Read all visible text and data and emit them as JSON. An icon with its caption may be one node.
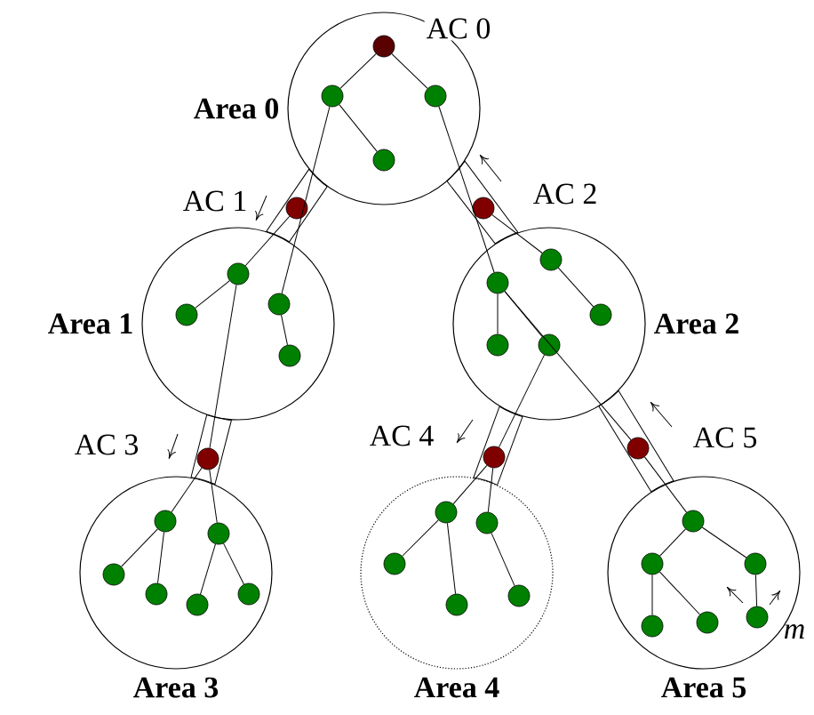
{
  "diagram": {
    "nodes": [
      {
        "text": [
          "Area 0"
        ]
      },
      {
        "text": [],
        "shape": "circle",
        "in": 0,
        "beside": [
          "AC 0"
        ]
      },
      {
        "text": [],
        "shape": "circle",
        "in": 0
      },
      {
        "text": [],
        "shape": "circle",
        "in": 0
      },
      {
        "text": [],
        "shape": "circle",
        "in": 0
      },
      {
        "text": [],
        "shape": "circle",
        "beside": [
          "AC 1"
        ]
      },
      {
        "text": [],
        "shape": "circle",
        "beside": [
          "AC 2"
        ]
      },
      {
        "text": [
          "Area 1"
        ]
      },
      {
        "text": [],
        "shape": "circle",
        "in": 7
      },
      {
        "text": [],
        "shape": "circle",
        "in": 7
      },
      {
        "text": [],
        "shape": "circle",
        "in": 7
      },
      {
        "text": [],
        "shape": "circle",
        "in": 7
      },
      {
        "text": [
          "Area 2"
        ]
      },
      {
        "text": [],
        "shape": "circle",
        "in": 12
      },
      {
        "text": [],
        "shape": "circle",
        "in": 12
      },
      {
        "text": [],
        "shape": "circle",
        "in": 12
      },
      {
        "text": [],
        "shape": "circle",
        "in": 12
      },
      {
        "text": [],
        "shape": "circle",
        "in": 12
      },
      {
        "text": [],
        "shape": "circle",
        "beside": [
          "AC 3"
        ]
      },
      {
        "text": [],
        "shape": "circle",
        "beside": [
          "AC 4"
        ]
      },
      {
        "text": [],
        "shape": "circle",
        "beside": [
          "AC 5"
        ]
      },
      {
        "text": [
          "Area 3"
        ]
      },
      {
        "text": [],
        "shape": "circle",
        "in": 21
      },
      {
        "text": [],
        "shape": "circle",
        "in": 21
      },
      {
        "text": [],
        "shape": "circle",
        "in": 21
      },
      {
        "text": [],
        "shape": "circle",
        "in": 21
      },
      {
        "text": [],
        "shape": "circle",
        "in": 21
      },
      {
        "text": [],
        "shape": "circle",
        "in": 21
      },
      {
        "text": [
          "Area 4"
        ]
      },
      {
        "text": [],
        "shape": "circle",
        "in": 28
      },
      {
        "text": [],
        "shape": "circle",
        "in": 28
      },
      {
        "text": [],
        "shape": "circle",
        "in": 28
      },
      {
        "text": [],
        "shape": "circle",
        "in": 28
      },
      {
        "text": [],
        "shape": "circle",
        "in": 28
      },
      {
        "text": [
          "Area 5"
        ]
      },
      {
        "text": [],
        "shape": "circle",
        "in": 34
      },
      {
        "text": [],
        "shape": "circle",
        "in": 34
      },
      {
        "text": [],
        "shape": "circle",
        "in": 34
      },
      {
        "text": [],
        "shape": "circle",
        "in": 34
      },
      {
        "text": [],
        "shape": "circle",
        "in": 34
      },
      {
        "text": [],
        "shape": "circle",
        "in": 34
      }
    ],
    "edges": [
      {
        "from": 0,
        "to": 7,
        "arrow": "none"
      },
      {
        "from": 0,
        "to": 12,
        "arrow": "none"
      },
      {
        "from": 7,
        "to": 21,
        "arrow": "none"
      },
      {
        "from": 12,
        "to": 28,
        "arrow": "none"
      },
      {
        "from": 12,
        "to": 34,
        "arrow": "none"
      },
      {
        "from": 1,
        "to": 2,
        "arrow": "none"
      },
      {
        "from": 1,
        "to": 3,
        "arrow": "none"
      },
      {
        "from": 2,
        "to": 4,
        "arrow": "none"
      },
      {
        "from": 2,
        "to": 10,
        "arrow": "none"
      },
      {
        "from": 10,
        "to": 11,
        "arrow": "none"
      },
      {
        "from": 5,
        "to": 8,
        "arrow": "none"
      },
      {
        "from": 8,
        "to": 9,
        "arrow": "none"
      },
      {
        "from": 8,
        "to": 18,
        "arrow": "none"
      },
      {
        "from": 18,
        "to": 22,
        "arrow": "none"
      },
      {
        "from": 18,
        "to": 23,
        "arrow": "none"
      },
      {
        "from": 22,
        "to": 24,
        "arrow": "none"
      },
      {
        "from": 22,
        "to": 25,
        "arrow": "none"
      },
      {
        "from": 23,
        "to": 26,
        "arrow": "none"
      },
      {
        "from": 23,
        "to": 27,
        "arrow": "none"
      },
      {
        "from": 3,
        "to": 14,
        "arrow": "none"
      },
      {
        "from": 6,
        "to": 13,
        "arrow": "none"
      },
      {
        "from": 13,
        "to": 15,
        "arrow": "none"
      },
      {
        "from": 14,
        "to": 16,
        "arrow": "none"
      },
      {
        "from": 14,
        "to": 17,
        "arrow": "none"
      },
      {
        "from": 17,
        "to": 19,
        "arrow": "none"
      },
      {
        "from": 19,
        "to": 29,
        "arrow": "none"
      },
      {
        "from": 19,
        "to": 30,
        "arrow": "none"
      },
      {
        "from": 29,
        "to": 31,
        "arrow": "none"
      },
      {
        "from": 29,
        "to": 32,
        "arrow": "none"
      },
      {
        "from": 30,
        "to": 33,
        "arrow": "none"
      },
      {
        "from": 14,
        "to": 20,
        "arrow": "none"
      },
      {
        "from": 20,
        "to": 35,
        "arrow": "none"
      },
      {
        "from": 35,
        "to": 36,
        "arrow": "none"
      },
      {
        "from": 35,
        "to": 37,
        "arrow": "none"
      },
      {
        "from": 36,
        "to": 38,
        "arrow": "none"
      },
      {
        "from": 36,
        "to": 39,
        "arrow": "none"
      },
      {
        "from": 37,
        "to": 40,
        "arrow": "none"
      }
    ],
    "labels": [
      "m"
    ]
  }
}
